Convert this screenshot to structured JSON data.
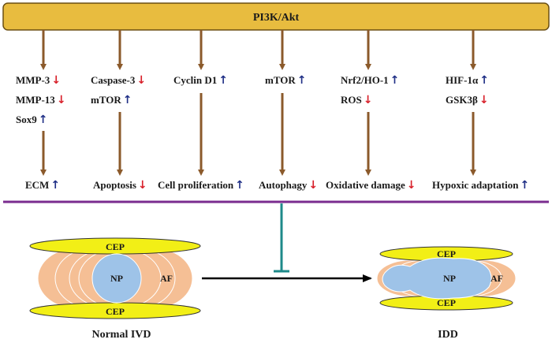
{
  "colors": {
    "banner_fill": "#e8bc3f",
    "banner_stroke": "#6b4f12",
    "arrow_brown": "#8b5a2b",
    "divider_purple": "#7a2c8f",
    "inhibit_teal": "#1e8a8a",
    "cep_yellow": "#f2ef16",
    "af_peach": "#f5bf95",
    "np_blue": "#9ec3e8",
    "up_arrow": "#1f2f86",
    "down_arrow": "#d8202a"
  },
  "banner": {
    "label": "PI3K/Akt"
  },
  "pathways": [
    {
      "id": "ecm",
      "regulators": [
        {
          "text": "MMP-3",
          "dir": "down"
        },
        {
          "text": "MMP-13",
          "dir": "down"
        },
        {
          "text": "Sox9",
          "dir": "up"
        }
      ],
      "outcome": {
        "text": "ECM",
        "dir": "up"
      }
    },
    {
      "id": "apoptosis",
      "regulators": [
        {
          "text": "Caspase-3",
          "dir": "down"
        },
        {
          "text": "mTOR",
          "dir": "up"
        }
      ],
      "outcome": {
        "text": "Apoptosis",
        "dir": "down"
      }
    },
    {
      "id": "proliferation",
      "regulators": [
        {
          "text": "Cyclin D1",
          "dir": "up"
        }
      ],
      "outcome": {
        "text": "Cell proliferation",
        "dir": "up"
      }
    },
    {
      "id": "autophagy",
      "regulators": [
        {
          "text": "mTOR",
          "dir": "up"
        }
      ],
      "outcome": {
        "text": "Autophagy",
        "dir": "down"
      }
    },
    {
      "id": "oxidative",
      "regulators": [
        {
          "text": "Nrf2/HO-1",
          "dir": "up"
        },
        {
          "text": "ROS",
          "dir": "down"
        }
      ],
      "outcome": {
        "text": "Oxidative damage",
        "dir": "down"
      }
    },
    {
      "id": "hypoxic",
      "regulators": [
        {
          "text": "HIF-1α",
          "dir": "up"
        },
        {
          "text": "GSK3β",
          "dir": "down"
        }
      ],
      "outcome": {
        "text": "Hypoxic adaptation",
        "dir": "up"
      }
    }
  ],
  "discs": {
    "normal": {
      "cep_top": "CEP",
      "cep_bottom": "CEP",
      "np": "NP",
      "af": "AF",
      "caption": "Normal IVD"
    },
    "degenerated": {
      "cep_top": "CEP",
      "cep_bottom": "CEP",
      "np": "NP",
      "af": "AF",
      "caption": "IDD"
    }
  },
  "glyphs": {
    "up": "↑",
    "down": "↓"
  }
}
